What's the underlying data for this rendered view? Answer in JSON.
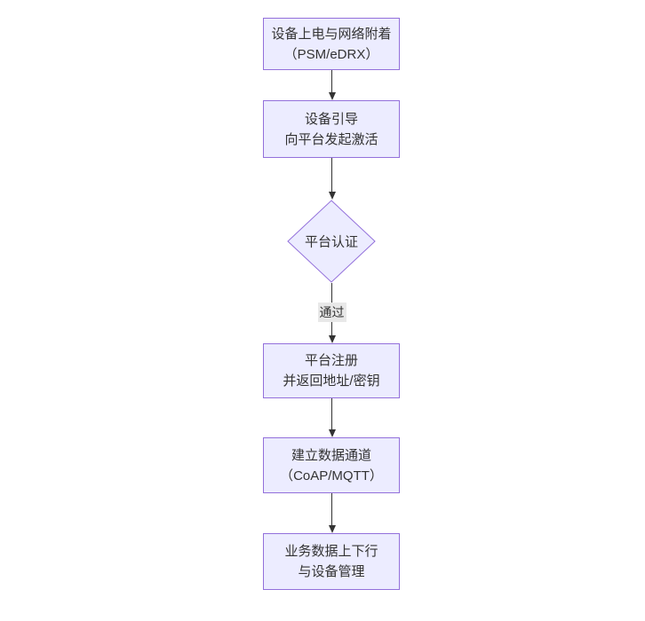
{
  "diagram": {
    "type": "flowchart-top-down",
    "theme": {
      "background": "#ffffff",
      "node_fill": "#ECECFF",
      "node_border": "#9370DB",
      "text_color": "#333333",
      "edge_color": "#333333",
      "edge_label_bg": "#e8e8e8"
    },
    "nodes": {
      "power_on": {
        "shape": "rect",
        "line1": "设备上电与网络附着",
        "line2": "（PSM/eDRX）"
      },
      "bootstrap": {
        "shape": "rect",
        "line1": "设备引导",
        "line2": "向平台发起激活"
      },
      "auth": {
        "shape": "diamond",
        "label": "平台认证"
      },
      "register": {
        "shape": "rect",
        "line1": "平台注册",
        "line2": "并返回地址/密钥"
      },
      "channel": {
        "shape": "rect",
        "line1": "建立数据通道",
        "line2": "（CoAP/MQTT）"
      },
      "business": {
        "shape": "rect",
        "line1": "业务数据上下行",
        "line2": "与设备管理"
      }
    },
    "edges": {
      "auth_to_register_label": "通过"
    }
  }
}
